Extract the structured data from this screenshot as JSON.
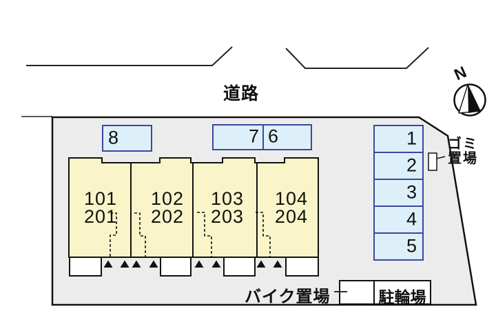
{
  "plan": {
    "road_label": "道路",
    "compass_n": "N",
    "garbage": {
      "line1": "ゴミ",
      "line2": "置場"
    },
    "bike_label": "バイク置場",
    "bicycle_label": "駐輪場",
    "parking": {
      "p8": "8",
      "p7": "7",
      "p6": "6",
      "column": [
        "1",
        "2",
        "3",
        "4",
        "5"
      ]
    },
    "units": [
      {
        "first": "101",
        "second": "201"
      },
      {
        "first": "102",
        "second": "202"
      },
      {
        "first": "103",
        "second": "203"
      },
      {
        "first": "104",
        "second": "204"
      }
    ],
    "colors": {
      "property_fill": "#ececec",
      "building_fill": "#f9f5c9",
      "parking_fill": "#ddeff9",
      "parking_border": "#3a47a0",
      "line": "#111111"
    }
  }
}
